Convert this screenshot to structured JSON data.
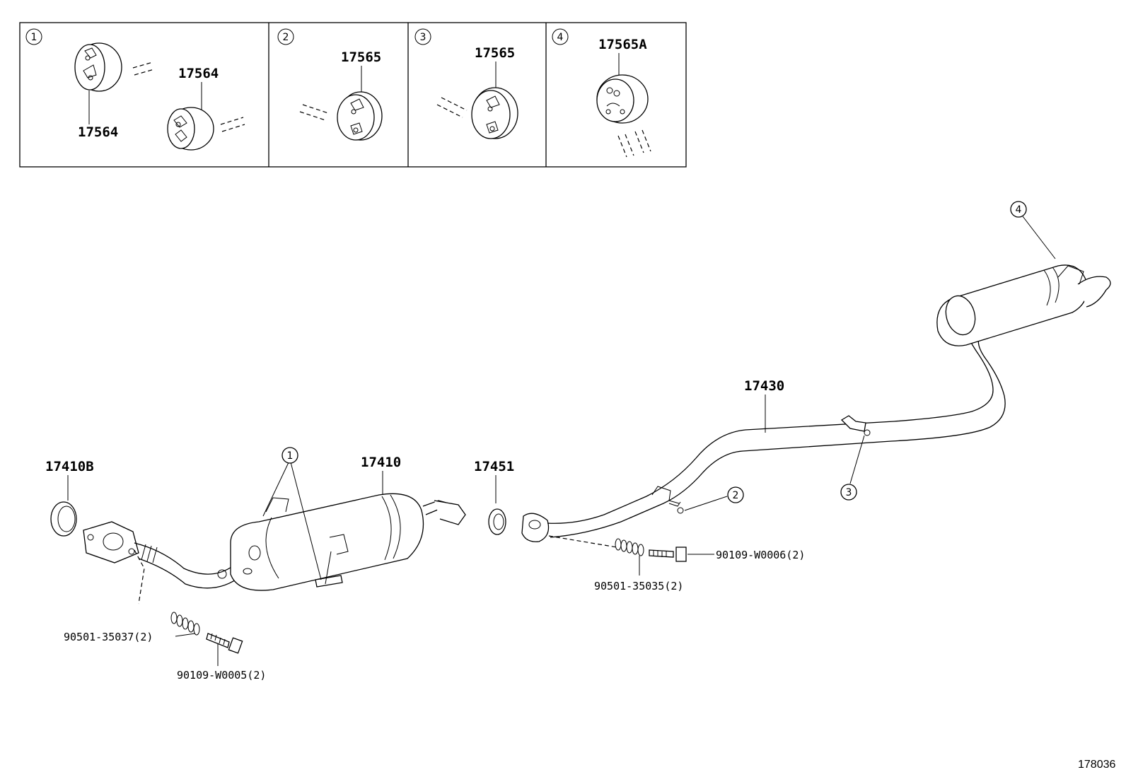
{
  "inset_panels": [
    {
      "index": "1",
      "labels": [
        "17564",
        "17564"
      ]
    },
    {
      "index": "2",
      "labels": [
        "17565"
      ]
    },
    {
      "index": "3",
      "labels": [
        "17565"
      ]
    },
    {
      "index": "4",
      "labels": [
        "17565A"
      ]
    }
  ],
  "parts": {
    "gasket_front": "17410B",
    "front_pipe": "17410",
    "gasket_mid": "17451",
    "tail_pipe": "17430",
    "spring_front": "90501-35037(2)",
    "bolt_front": "90109-W0005(2)",
    "spring_rear": "90501-35035(2)",
    "bolt_rear": "90109-W0006(2)"
  },
  "callouts": [
    "1",
    "2",
    "3",
    "4"
  ],
  "figure_id": "178036"
}
